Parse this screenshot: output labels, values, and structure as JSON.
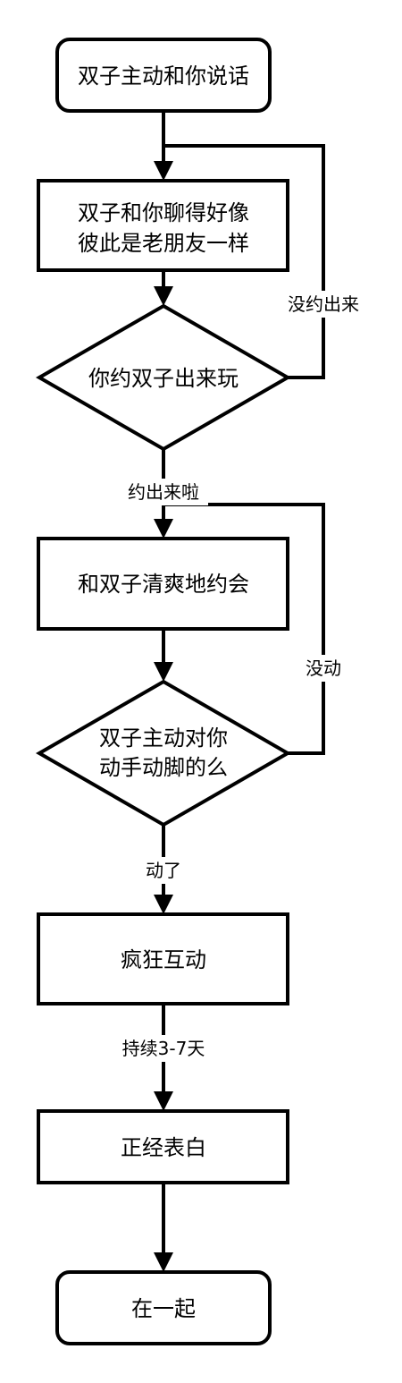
{
  "nodes": {
    "start": "双子主动和你说话",
    "chat_line1": "双子和你聊得好像",
    "chat_line2": "彼此是老朋友一样",
    "ask_out": "你约双子出来玩",
    "date": "和双子清爽地约会",
    "move_line1": "双子主动对你",
    "move_line2": "动手动脚的么",
    "interact": "疯狂互动",
    "confess": "正经表白",
    "together": "在一起"
  },
  "edges": {
    "not_out": "没约出来",
    "went_out": "约出来啦",
    "no_move": "没动",
    "moved": "动了",
    "lasts": "持续3-7天"
  }
}
